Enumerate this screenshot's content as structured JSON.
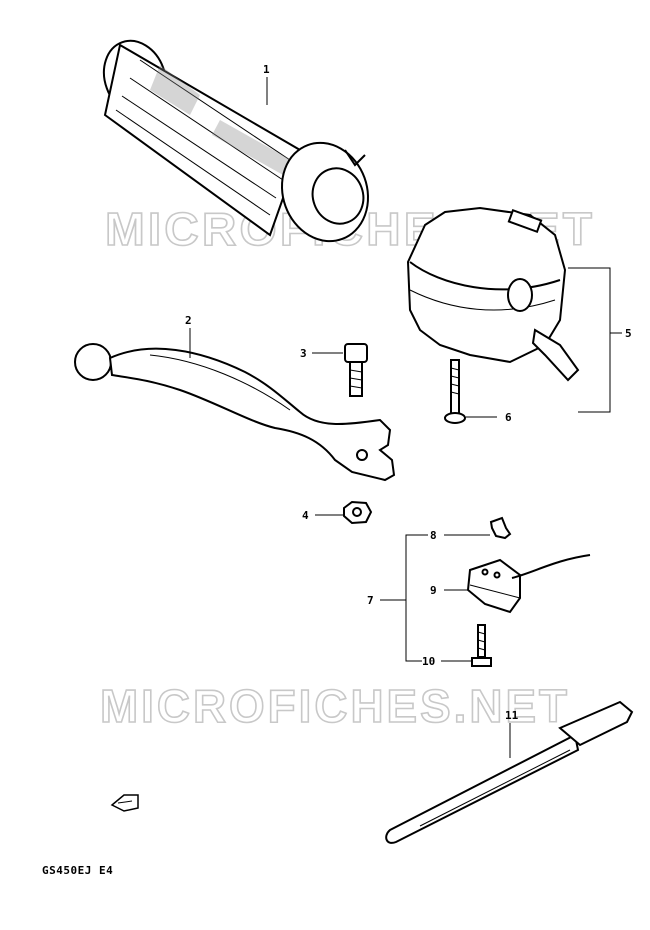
{
  "watermark": "MICROFICHES.NET",
  "part_numbers": [
    "1",
    "2",
    "3",
    "4",
    "5",
    "6",
    "7",
    "8",
    "9",
    "10",
    "11"
  ],
  "model_code": "GS450EJ E4"
}
